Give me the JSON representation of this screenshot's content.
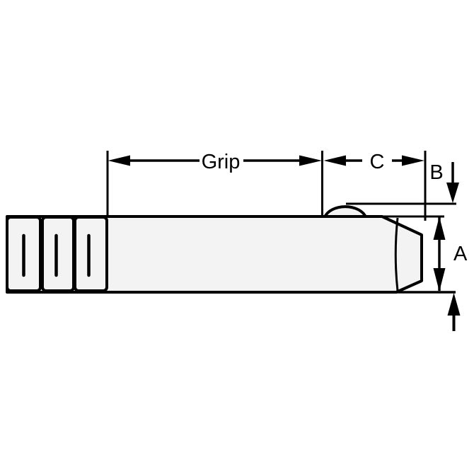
{
  "page": {
    "background_color": "#ffffff"
  },
  "drawing": {
    "subject": "ball lock pin side-view technical drawing",
    "line_color": "#000000",
    "body_fill_color": "#f3f3f3",
    "labels": {
      "grip": "Grip",
      "c": "C",
      "b": "B",
      "a": "A"
    }
  }
}
